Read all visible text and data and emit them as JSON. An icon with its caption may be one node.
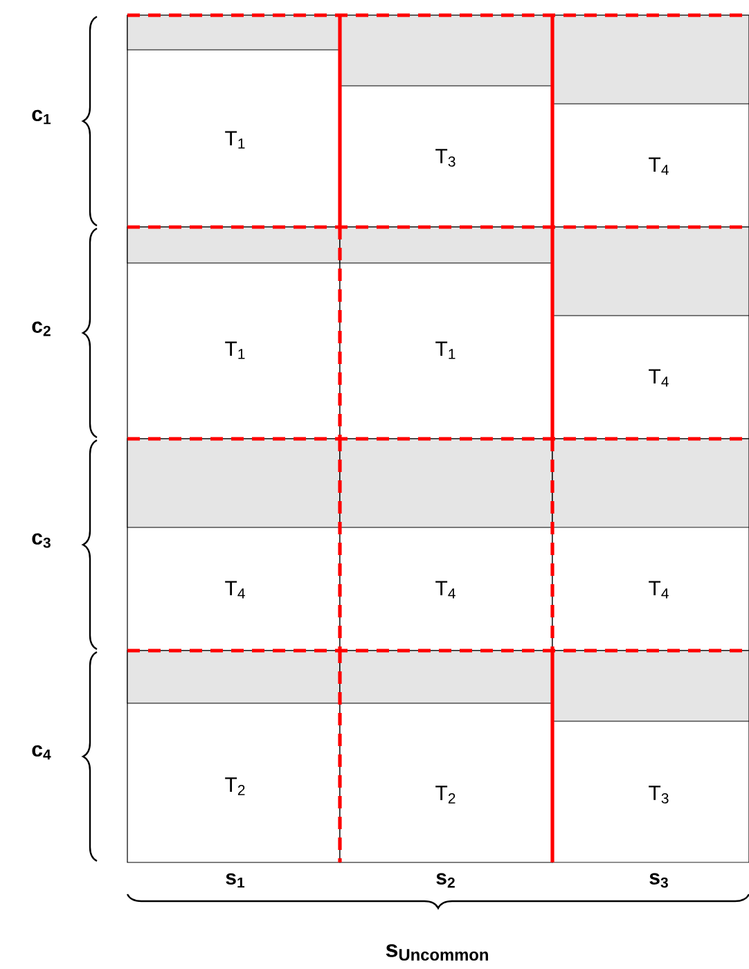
{
  "diagram": {
    "nodes": [
      {
        "text": [
          "T$_{1}$"
        ]
      },
      {
        "text": [
          "T$_{3}$"
        ]
      },
      {
        "text": [
          "T$_{4}$"
        ]
      },
      {
        "text": [
          "T$_{1}$"
        ]
      },
      {
        "text": [
          "T$_{1}$"
        ]
      },
      {
        "text": [
          "T$_{4}$"
        ]
      },
      {
        "text": [
          "T$_{4}$"
        ]
      },
      {
        "text": [
          "T$_{4}$"
        ]
      },
      {
        "text": [
          "T$_{4}$"
        ]
      },
      {
        "text": [
          "T$_{2}$"
        ]
      },
      {
        "text": [
          "T$_{2}$"
        ]
      },
      {
        "text": [
          "T$_{3}$"
        ]
      }
    ],
    "labels": [
      "c$_{1}$",
      "c$_{2}$",
      "c$_{3}$",
      "c$_{4}$",
      "s$_{1}$",
      "s$_{2}$",
      "s$_{3}$",
      "s$_{Uncommon}$"
    ]
  }
}
